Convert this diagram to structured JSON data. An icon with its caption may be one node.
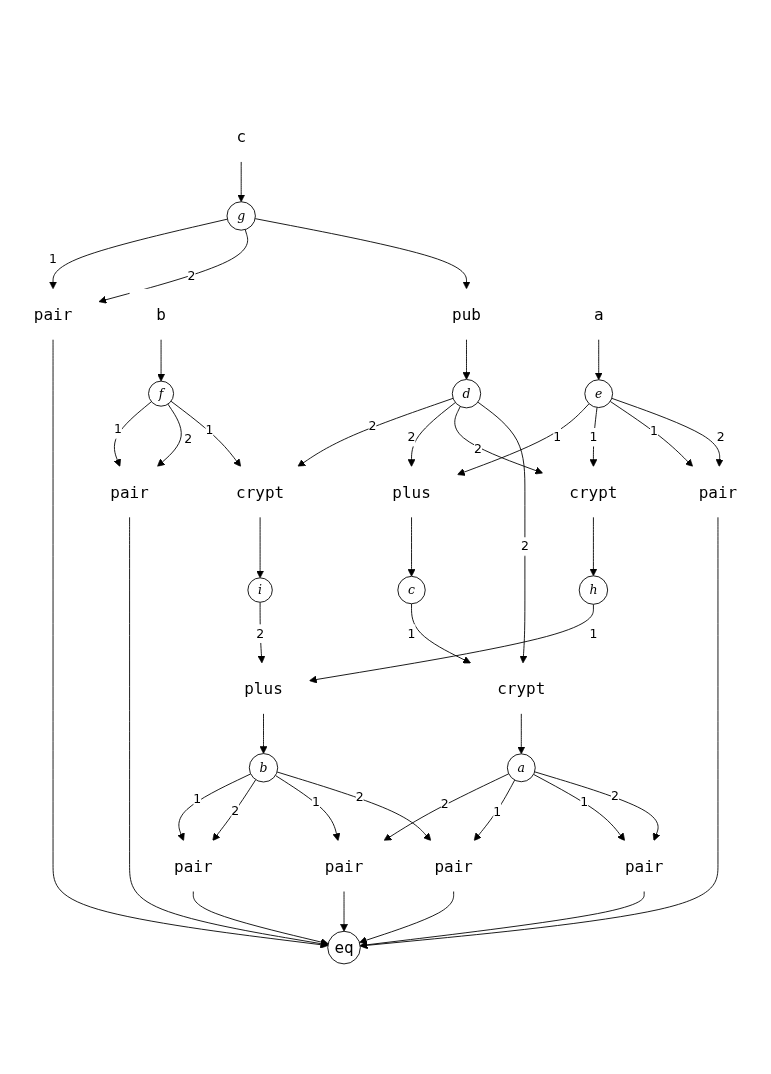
{
  "diagram": {
    "nodes": [
      {
        "text": [
          "c"
        ]
      },
      {
        "text": [
          "g"
        ]
      },
      {
        "text": [
          "pair"
        ]
      },
      {
        "text": [
          "b"
        ]
      },
      {
        "text": [
          "pub"
        ]
      },
      {
        "text": [
          "a"
        ]
      },
      {
        "text": [
          "f"
        ]
      },
      {
        "text": [
          "d"
        ]
      },
      {
        "text": [
          "e"
        ]
      },
      {
        "text": [
          "pair"
        ]
      },
      {
        "text": [
          "crypt"
        ]
      },
      {
        "text": [
          "plus"
        ]
      },
      {
        "text": [
          "crypt"
        ]
      },
      {
        "text": [
          "pair"
        ]
      },
      {
        "text": [
          "i"
        ]
      },
      {
        "text": [
          "c"
        ]
      },
      {
        "text": [
          "h"
        ]
      },
      {
        "text": [
          "plus"
        ]
      },
      {
        "text": [
          "crypt"
        ]
      },
      {
        "text": [
          "b"
        ]
      },
      {
        "text": [
          "a"
        ]
      },
      {
        "text": [
          "pair"
        ]
      },
      {
        "text": [
          "pair"
        ]
      },
      {
        "text": [
          "pair"
        ]
      },
      {
        "text": [
          "pair"
        ]
      },
      {
        "text": [
          "eq"
        ]
      }
    ],
    "edges": [
      {
        "from": 0,
        "to": 1,
        "arrow": "to"
      },
      {
        "from": 1,
        "to": 2,
        "label": "1",
        "arrow": "to"
      },
      {
        "from": 1,
        "to": 2,
        "label": "2",
        "arrow": "to"
      },
      {
        "from": 1,
        "to": 4,
        "arrow": "to"
      },
      {
        "from": 4,
        "to": 7,
        "arrow": "to"
      },
      {
        "from": 3,
        "to": 6,
        "arrow": "to"
      },
      {
        "from": 5,
        "to": 8,
        "arrow": "to"
      },
      {
        "from": 6,
        "to": 9,
        "label": "1",
        "arrow": "to"
      },
      {
        "from": 6,
        "to": 9,
        "label": "2",
        "arrow": "to"
      },
      {
        "from": 6,
        "to": 10,
        "label": "1",
        "arrow": "to"
      },
      {
        "from": 7,
        "to": 10,
        "label": "2",
        "arrow": "to"
      },
      {
        "from": 8,
        "to": 11,
        "label": "1",
        "arrow": "to"
      },
      {
        "from": 7,
        "to": 11,
        "label": "2",
        "arrow": "to"
      },
      {
        "from": 8,
        "to": 12,
        "label": "1",
        "arrow": "to"
      },
      {
        "from": 7,
        "to": 12,
        "label": "2",
        "arrow": "to"
      },
      {
        "from": 8,
        "to": 13,
        "label": "1",
        "arrow": "to"
      },
      {
        "from": 8,
        "to": 13,
        "label": "2",
        "arrow": "to"
      },
      {
        "from": 10,
        "to": 14,
        "arrow": "to"
      },
      {
        "from": 11,
        "to": 15,
        "arrow": "to"
      },
      {
        "from": 12,
        "to": 16,
        "arrow": "to"
      },
      {
        "from": 16,
        "to": 17,
        "label": "1",
        "arrow": "to"
      },
      {
        "from": 14,
        "to": 17,
        "label": "2",
        "arrow": "to"
      },
      {
        "from": 15,
        "to": 18,
        "label": "1",
        "arrow": "to"
      },
      {
        "from": 7,
        "to": 18,
        "label": "2",
        "arrow": "to"
      },
      {
        "from": 17,
        "to": 19,
        "arrow": "to"
      },
      {
        "from": 18,
        "to": 20,
        "arrow": "to"
      },
      {
        "from": 19,
        "to": 21,
        "label": "1",
        "arrow": "to"
      },
      {
        "from": 19,
        "to": 21,
        "label": "2",
        "arrow": "to"
      },
      {
        "from": 19,
        "to": 22,
        "label": "1",
        "arrow": "to"
      },
      {
        "from": 20,
        "to": 22,
        "label": "2",
        "arrow": "to"
      },
      {
        "from": 20,
        "to": 23,
        "label": "1",
        "arrow": "to"
      },
      {
        "from": 19,
        "to": 23,
        "label": "2",
        "arrow": "to"
      },
      {
        "from": 20,
        "to": 24,
        "label": "1",
        "arrow": "to"
      },
      {
        "from": 20,
        "to": 24,
        "label": "2",
        "arrow": "to"
      },
      {
        "from": 2,
        "to": 25,
        "arrow": "to"
      },
      {
        "from": 9,
        "to": 25,
        "arrow": "to"
      },
      {
        "from": 21,
        "to": 25,
        "arrow": "to"
      },
      {
        "from": 22,
        "to": 25,
        "arrow": "to"
      },
      {
        "from": 23,
        "to": 25,
        "arrow": "to"
      },
      {
        "from": 24,
        "to": 25,
        "arrow": "to"
      },
      {
        "from": 13,
        "to": 25,
        "arrow": "to"
      }
    ]
  }
}
